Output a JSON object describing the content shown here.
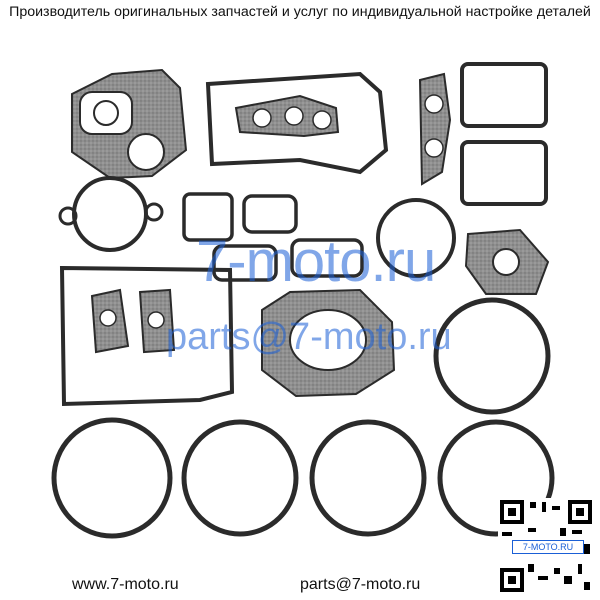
{
  "header": {
    "text": "Производитель оригинальных запчастей и услуг по индивидуальной настройке деталей"
  },
  "watermark": {
    "site": "7-moto.ru",
    "email": "parts@7-moto.ru"
  },
  "footer": {
    "website": "www.7-moto.ru",
    "email": "parts@7-moto.ru"
  },
  "qr": {
    "label": "7-MOTO.RU"
  },
  "colors": {
    "gasket": "#2b2b2b",
    "gasket_fill": "#8d8d8d",
    "accent": "#1a5fd6",
    "background": "#ffffff"
  }
}
